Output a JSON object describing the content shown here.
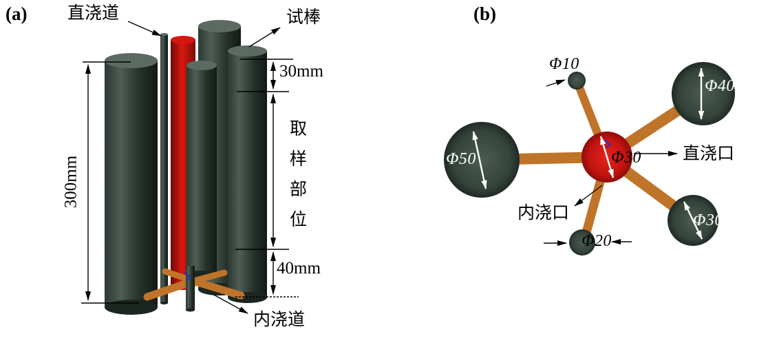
{
  "figure": {
    "panels": {
      "a": {
        "tag": "(a)",
        "callouts": {
          "sprue": "直浇道",
          "test_bar": "试棒",
          "ingate": "内浇道"
        },
        "dimensions": {
          "total_height": "300mm",
          "top_section": "30mm",
          "sampling_zone": "取样部位",
          "bottom_section": "40mm"
        }
      },
      "b": {
        "tag": "(b)",
        "callouts": {
          "sprue_gate": "直浇口",
          "ingate": "内浇口"
        },
        "diameters": {
          "top": "Φ10",
          "top_right": "Φ40",
          "left": "Φ50",
          "center": "Φ30",
          "bottom_right": "Φ30",
          "bottom": "Φ20"
        }
      }
    },
    "colors": {
      "mold_bar_dark_green": "#35443b",
      "sprue_red": "#d81510",
      "runner_orange": "#bf7429"
    }
  }
}
